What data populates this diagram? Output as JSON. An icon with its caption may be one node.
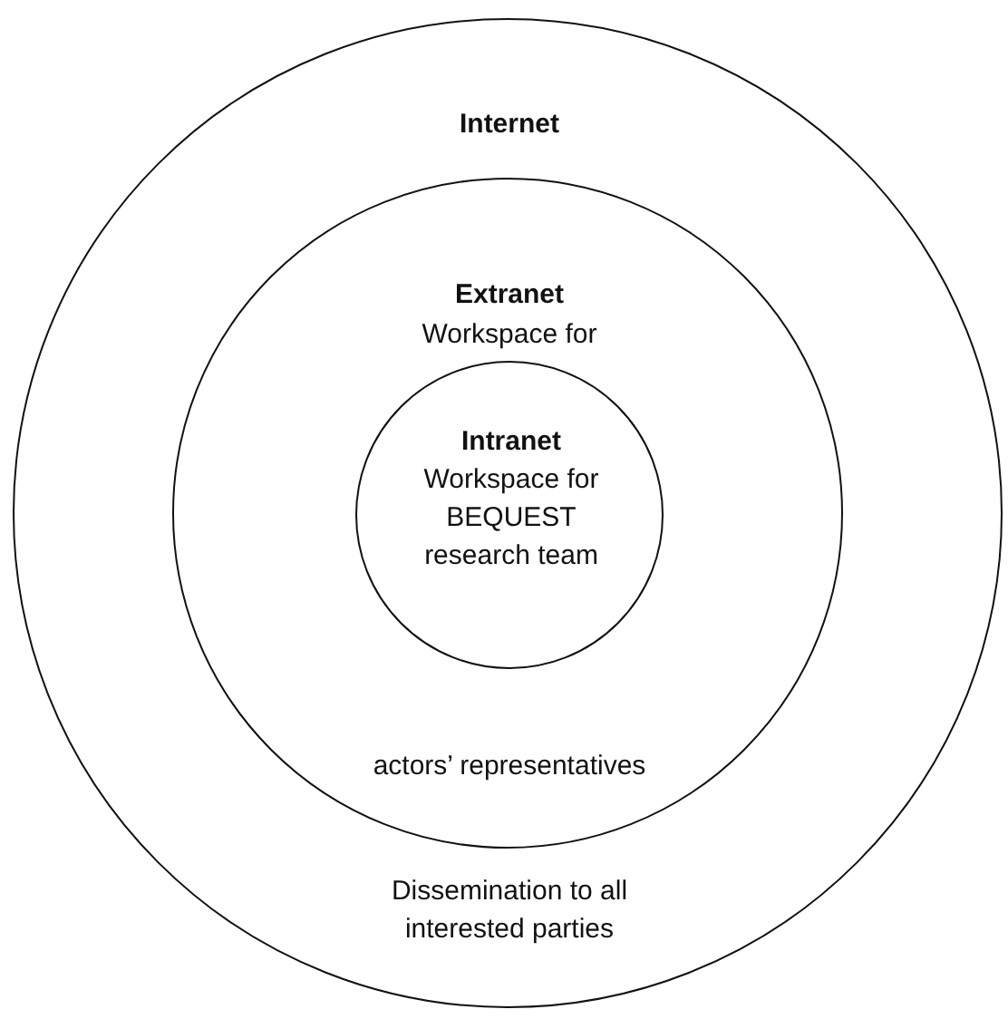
{
  "diagram": {
    "nodes": [
      {
        "text": [
          "Internet",
          "Dissemination to all interested parties"
        ]
      },
      {
        "text": [
          "Extranet",
          "Workspace for",
          "actors’ representatives"
        ],
        "in": 0
      },
      {
        "text": [
          "Intranet",
          "Workspace for BEQUEST research team"
        ],
        "in": 1
      }
    ],
    "edges": []
  }
}
